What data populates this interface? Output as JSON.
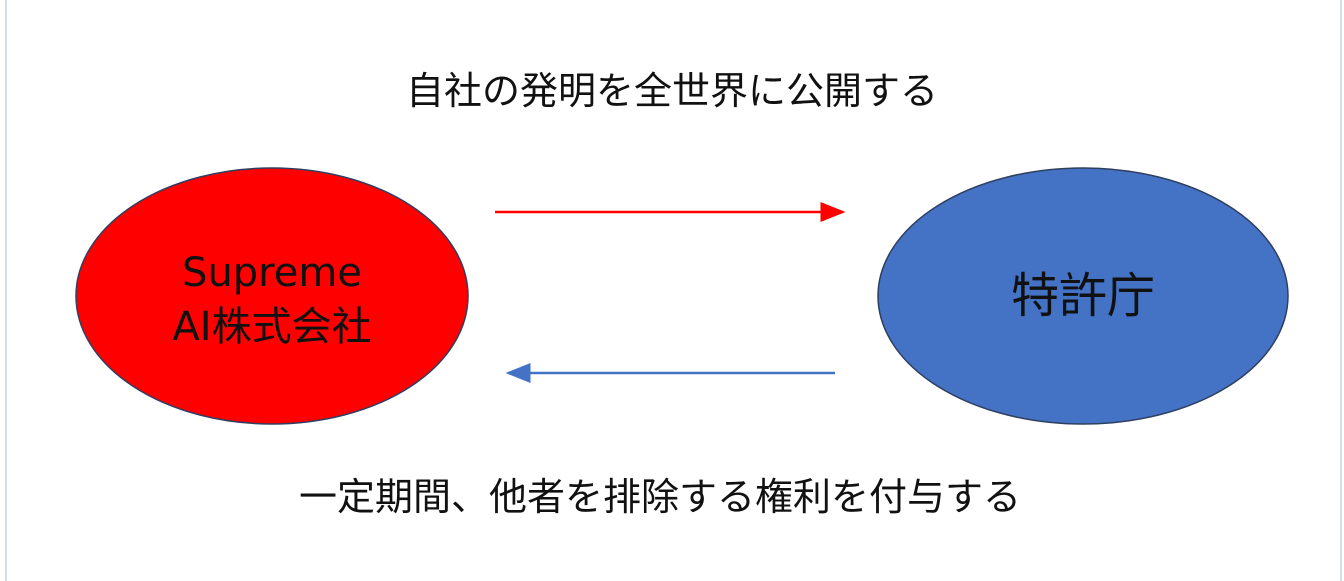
{
  "top_caption": "自社の発明を全世界に公開する",
  "bottom_caption": "一定期間、他者を排除する権利を付与する",
  "company": {
    "line1": "Supreme",
    "line2": "AI株式会社",
    "color": "#ff0000"
  },
  "office": {
    "label": "特許庁",
    "color": "#4472c4"
  },
  "arrows": {
    "to_office_color": "#ff0000",
    "to_company_color": "#4472c4"
  }
}
